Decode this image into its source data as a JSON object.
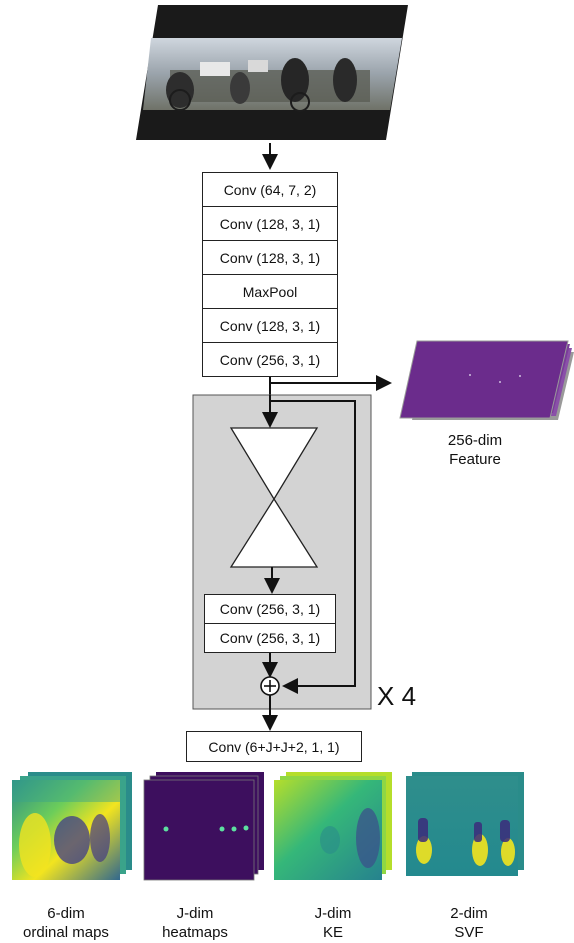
{
  "backbone": {
    "layers": [
      "Conv (64, 7, 2)",
      "Conv (128, 3, 1)",
      "Conv (128, 3, 1)",
      "MaxPool",
      "Conv (128, 3, 1)",
      "Conv (256, 3, 1)"
    ]
  },
  "hourglass": {
    "convs": [
      "Conv (256, 3, 1)",
      "Conv (256, 3, 1)"
    ],
    "repeat_label": "X 4"
  },
  "feature": {
    "label_line1": "256-dim",
    "label_line2": "Feature"
  },
  "head": {
    "label": "Conv (6+J+J+2, 1, 1)"
  },
  "outputs": [
    {
      "line1": "6-dim",
      "line2": "ordinal maps"
    },
    {
      "line1": "J-dim",
      "line2": "heatmaps"
    },
    {
      "line1": "J-dim",
      "line2": "KE"
    },
    {
      "line1": "2-dim",
      "line2": "SVF"
    }
  ],
  "colors": {
    "hourglass_bg": "#d3d3d3",
    "feature_purple": "#6b2c8c",
    "heatmap_bg": "#3d0f5e",
    "viridis_yellow": "#f2e41f",
    "viridis_teal": "#2a8c8a"
  }
}
